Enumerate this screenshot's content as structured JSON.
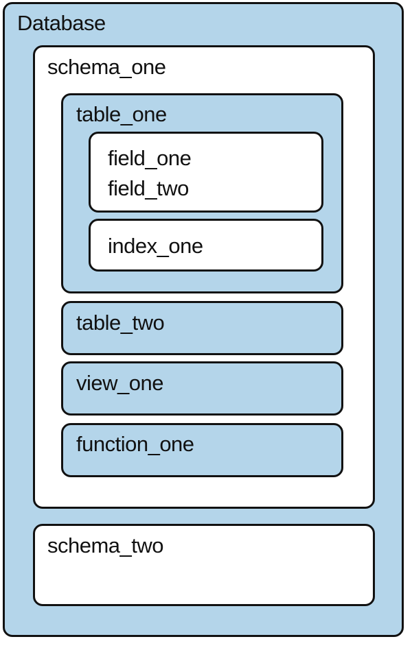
{
  "colors": {
    "container": "#b4d5ea",
    "inner": "#ffffff",
    "border": "#111111"
  },
  "database": {
    "label": "Database"
  },
  "schema_one": {
    "label": "schema_one",
    "table_one": {
      "label": "table_one",
      "fields": [
        "field_one",
        "field_two"
      ],
      "index": "index_one"
    },
    "table_two": {
      "label": "table_two"
    },
    "view_one": {
      "label": "view_one"
    },
    "function_one": {
      "label": "function_one"
    }
  },
  "schema_two": {
    "label": "schema_two"
  }
}
